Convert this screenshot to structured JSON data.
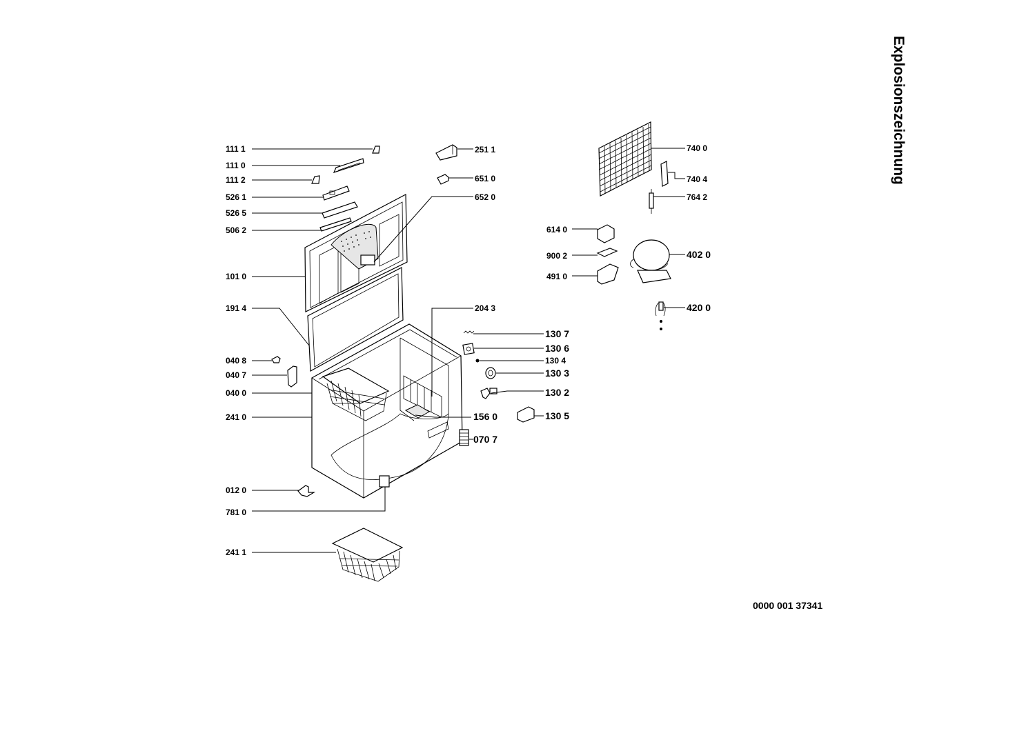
{
  "heading": "Explosionszeichnung",
  "document_number": "0000 001 37341",
  "labels": {
    "p1111": "111 1",
    "p1110": "111 0",
    "p1112": "111 2",
    "p5261": "526 1",
    "p5265": "526 5",
    "p5062": "506 2",
    "p1010": "101 0",
    "p1914": "191 4",
    "p0408": "040 8",
    "p0407": "040 7",
    "p0400": "040 0",
    "p2410": "241 0",
    "p0120": "012 0",
    "p7810": "781 0",
    "p2411": "241 1",
    "p2511": "251 1",
    "p6510": "651 0",
    "p6520": "652 0",
    "p2043": "204 3",
    "p1307": "130 7",
    "p1306": "130 6",
    "p1304": "130 4",
    "p1303": "130 3",
    "p1302": "130 2",
    "p1560": "156 0",
    "p1305": "130 5",
    "p0707": "070 7",
    "p7400": "740 0",
    "p7404": "740 4",
    "p7642": "764 2",
    "p6140": "614 0",
    "p9002": "900 2",
    "p4020": "402 0",
    "p4910": "491 0",
    "p4200": "420 0"
  }
}
